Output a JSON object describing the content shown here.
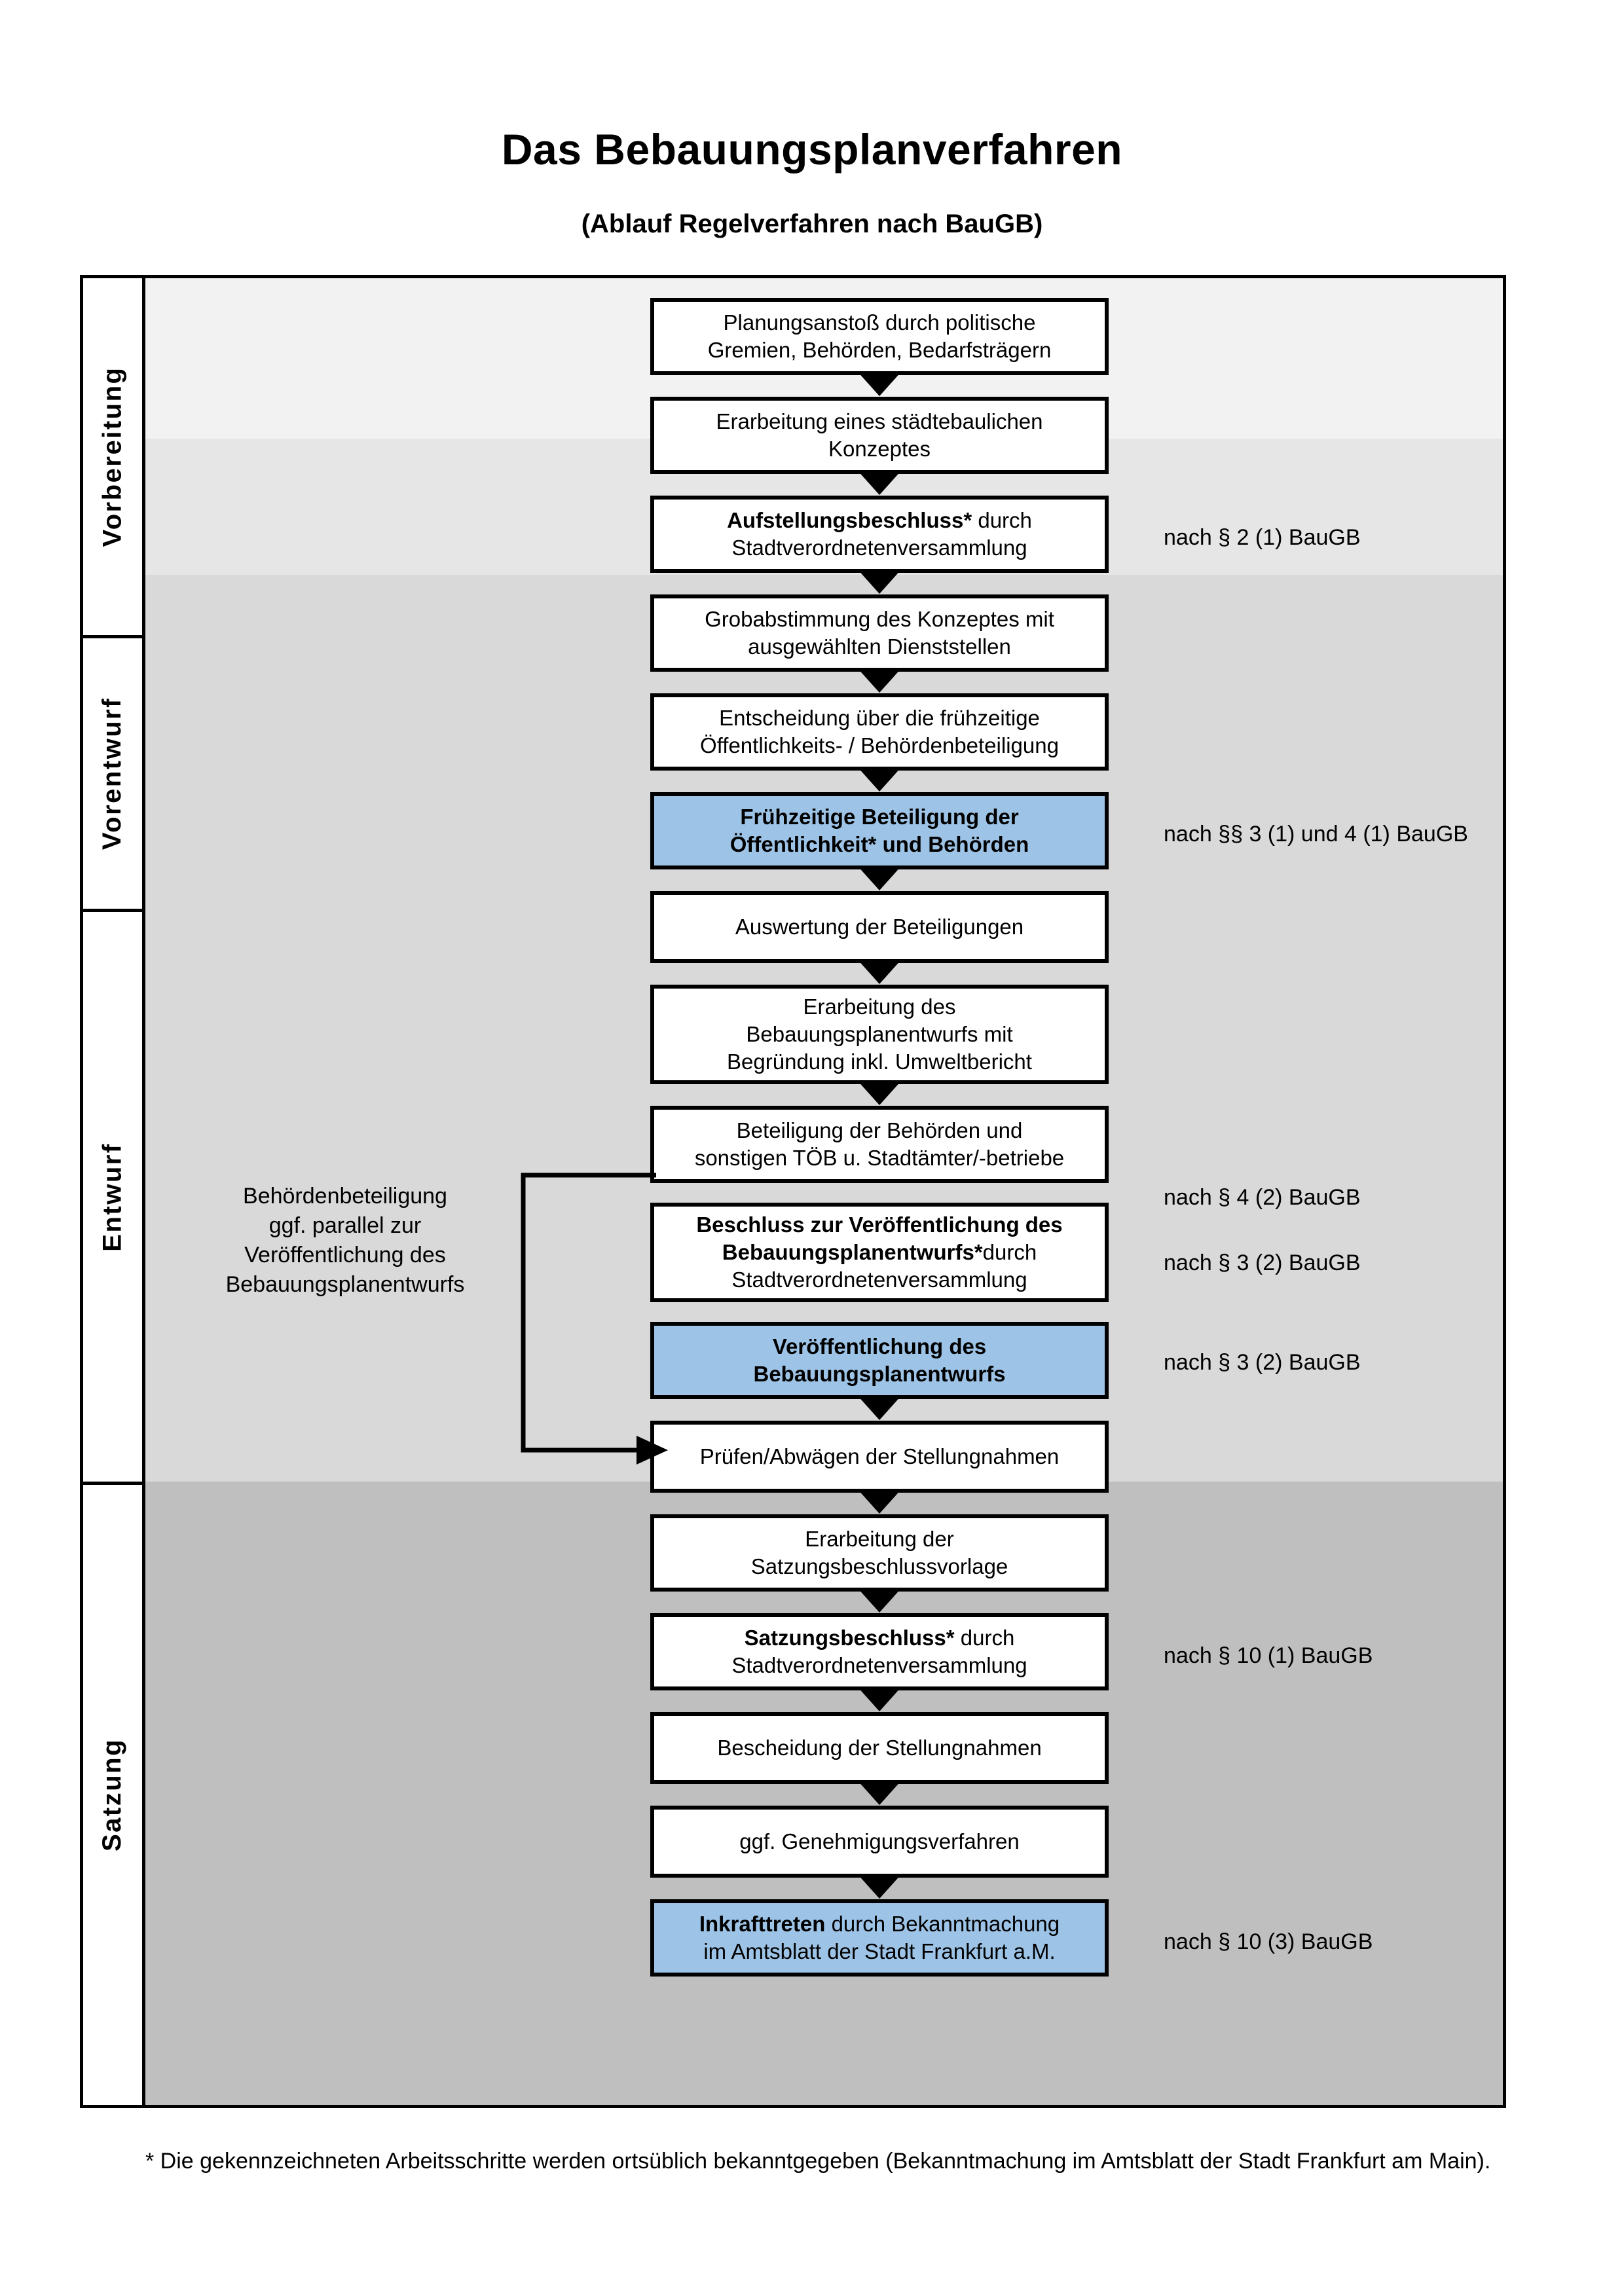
{
  "header": {
    "title": "Das Bebauungsplanverfahren",
    "subtitle": "(Ablauf Regelverfahren nach BauGB)"
  },
  "colors": {
    "highlight": "#9dc3e6",
    "band_vorbereitung": "#f2f2f2",
    "band_vorentwurf": "#e6e6e6",
    "band_entwurf": "#d9d9d9",
    "band_satzung": "#bfbfbf",
    "line": "#000000"
  },
  "sections": [
    {
      "id": "vorbereitung",
      "label": "Vorbereitung",
      "band_color": "#f2f2f2"
    },
    {
      "id": "vorentwurf",
      "label": "Vorentwurf",
      "band_color": "#e6e6e6"
    },
    {
      "id": "entwurf",
      "label": "Entwurf",
      "band_color": "#d9d9d9"
    },
    {
      "id": "satzung",
      "label": "Satzung",
      "band_color": "#bfbfbf"
    }
  ],
  "nodes": [
    {
      "id": "n1",
      "line1": "Planungsanstoß durch politische",
      "line2": "Gremien, Behörden, Bedarfsträgern",
      "bold_prefix": "",
      "highlight": false
    },
    {
      "id": "n2",
      "line1": "Erarbeitung eines städtebaulichen",
      "line2": "Konzeptes",
      "bold_prefix": "",
      "highlight": false
    },
    {
      "id": "n3",
      "line1": "durch",
      "line2": "Stadtverordnetenversammlung",
      "bold_prefix": "Aufstellungsbeschluss*",
      "highlight": false
    },
    {
      "id": "n4",
      "line1": "Grobabstimmung des Konzeptes mit",
      "line2": "ausgewählten Dienststellen",
      "bold_prefix": "",
      "highlight": false
    },
    {
      "id": "n5",
      "line1": "Entscheidung über die frühzeitige",
      "line2": "Öffentlichkeits- / Behördenbeteiligung",
      "bold_prefix": "",
      "highlight": false
    },
    {
      "id": "n6",
      "line1": "Frühzeitige Beteiligung der",
      "line2": "Öffentlichkeit* und Behörden",
      "bold_prefix": "",
      "highlight": true,
      "all_bold": true
    },
    {
      "id": "n7",
      "line1": "Auswertung der Beteiligungen",
      "line2": "",
      "bold_prefix": "",
      "highlight": false
    },
    {
      "id": "n8",
      "line1": "Erarbeitung des",
      "line2": "Bebauungsplanentwurfs mit",
      "line3": "Begründung inkl. Umweltbericht",
      "bold_prefix": "",
      "highlight": false
    },
    {
      "id": "n9",
      "line1": "Beteiligung der Behörden und",
      "line2": "sonstigen TÖB u. Stadtämter/-betriebe",
      "bold_prefix": "",
      "highlight": false
    },
    {
      "id": "n10",
      "line1": "Beschluss zur Veröffentlichung des",
      "line2": "Bebauungsplanentwurfs*",
      "line3": "durch",
      "line4": "Stadtverordnetenversammlung",
      "bold_prefix": "",
      "highlight": false,
      "mixed_bold": true
    },
    {
      "id": "n11",
      "line1": "Veröffentlichung des",
      "line2": "Bebauungsplanentwurfs",
      "bold_prefix": "",
      "highlight": true,
      "all_bold": true
    },
    {
      "id": "n12",
      "line1": "Prüfen/Abwägen der Stellungnahmen",
      "line2": "",
      "bold_prefix": "",
      "highlight": false
    },
    {
      "id": "n13",
      "line1": "Erarbeitung der",
      "line2": "Satzungsbeschlussvorlage",
      "bold_prefix": "",
      "highlight": false
    },
    {
      "id": "n14",
      "line1": "durch",
      "line2": "Stadtverordnetenversammlung",
      "bold_prefix": "Satzungsbeschluss*",
      "highlight": false
    },
    {
      "id": "n15",
      "line1": "Bescheidung der Stellungnahmen",
      "line2": "",
      "bold_prefix": "",
      "highlight": false
    },
    {
      "id": "n16",
      "line1": "ggf. Genehmigungsverfahren",
      "line2": "",
      "bold_prefix": "",
      "highlight": false
    },
    {
      "id": "n17",
      "line1": "durch Bekanntmachung",
      "line2": "im Amtsblatt der Stadt Frankfurt a.M.",
      "bold_prefix": "Inkrafttreten",
      "highlight": true
    }
  ],
  "law_refs": [
    {
      "id": "r1",
      "text": "nach § 2 (1) BauGB"
    },
    {
      "id": "r2",
      "text": "nach §§ 3 (1) und 4 (1) BauGB"
    },
    {
      "id": "r3",
      "text": "nach § 4 (2) BauGB"
    },
    {
      "id": "r4",
      "text": "nach § 3 (2) BauGB"
    },
    {
      "id": "r5",
      "text": "nach § 3 (2) BauGB"
    },
    {
      "id": "r6",
      "text": "nach § 10 (1) BauGB"
    },
    {
      "id": "r7",
      "text": "nach § 10 (3) BauGB"
    }
  ],
  "side_note": {
    "line1": "Behördenbeteiligung",
    "line2": "ggf. parallel zur",
    "line3": "Veröffentlichung des",
    "line4": "Bebauungsplanentwurfs"
  },
  "footnote": {
    "text": "* Die gekennzeichneten Arbeitsschritte werden ortsüblich bekanntgegeben (Bekanntmachung im Amtsblatt  der Stadt Frankfurt am Main)."
  }
}
